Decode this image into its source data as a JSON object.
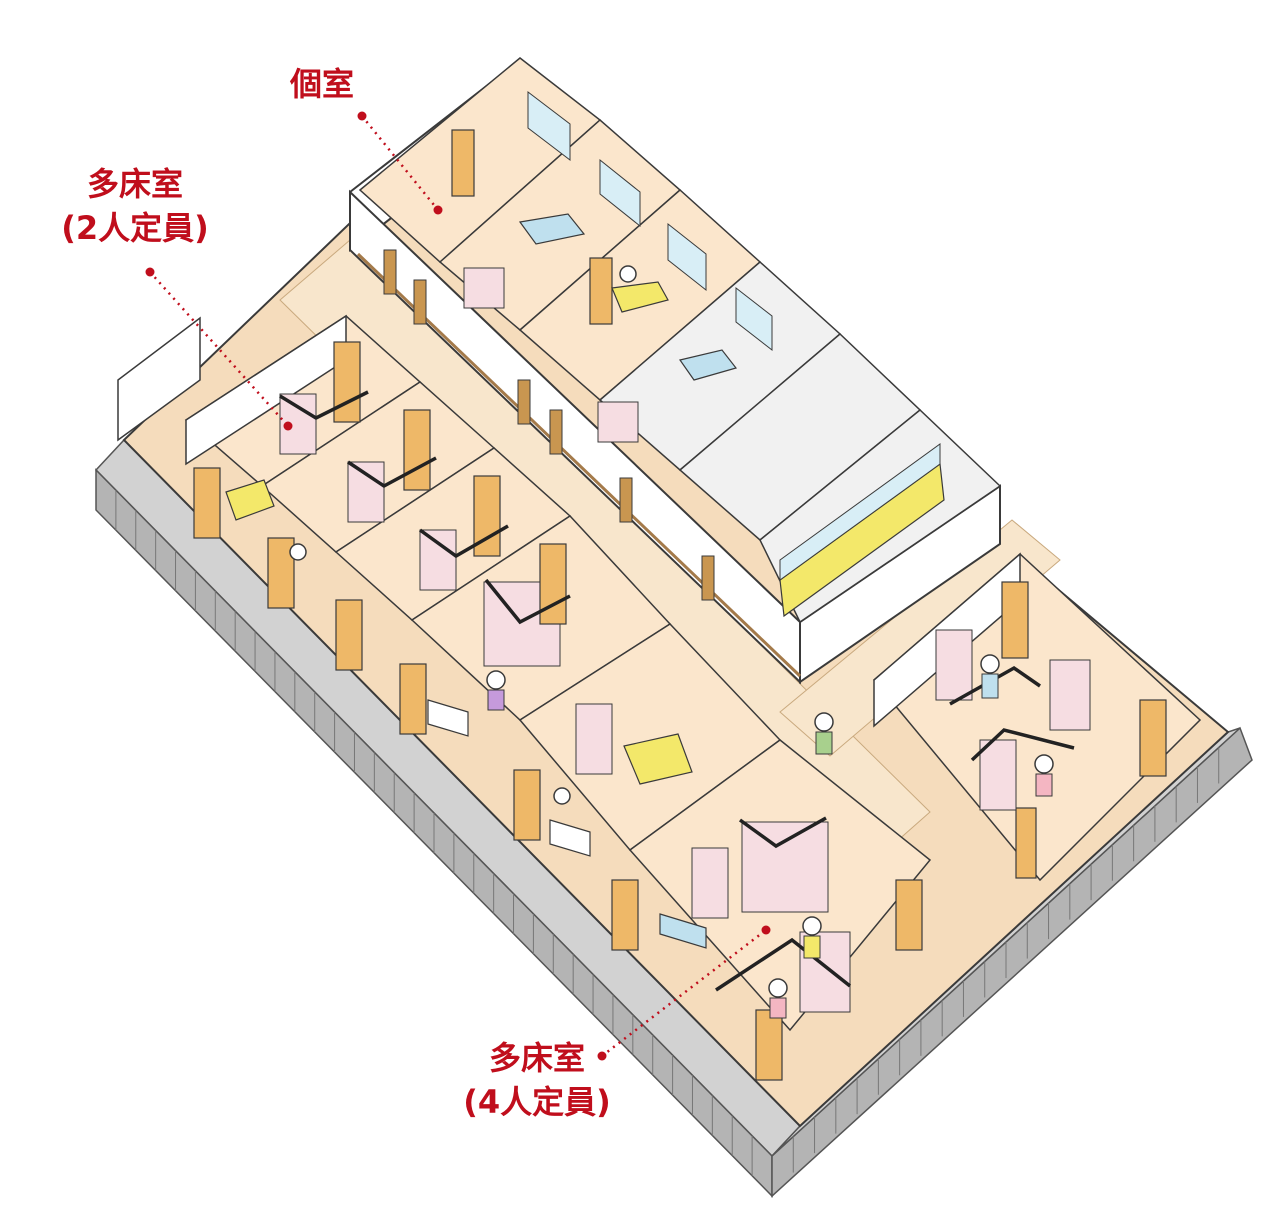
{
  "labels": {
    "single_room": "個室",
    "double_room_line1": "多床室",
    "double_room_line2": "(2人定員)",
    "quad_room_line1": "多床室",
    "quad_room_line2": "(4人定員)"
  },
  "colors": {
    "label_red": "#c00e1c",
    "floor": "#f5dcbc",
    "wall": "#ffffff",
    "outline": "#3a3a3a",
    "outer_wall_gray": "#b4b4b4",
    "curtain_pink": "#f6dde2",
    "wardrobe_orange": "#eeb868",
    "counter_yellow": "#f3e86a",
    "window_blue": "#d8eef6",
    "bed_blue": "#bfe0ee",
    "door_brown": "#c99650"
  }
}
